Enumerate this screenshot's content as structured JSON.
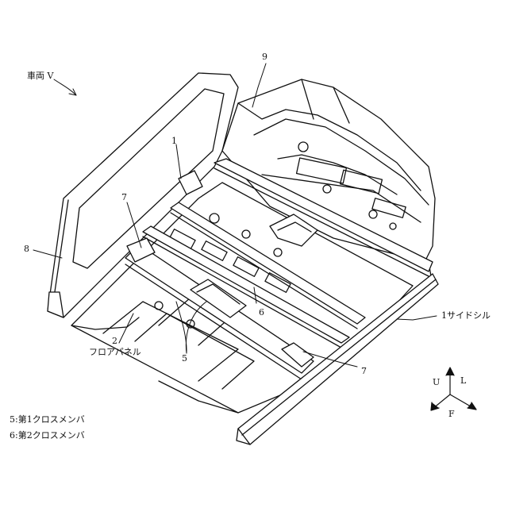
{
  "vehicle_label": "車両 V",
  "callouts": {
    "n9": "9",
    "n1": "1",
    "n7a": "7",
    "n8": "8",
    "n6": "6",
    "n5": "5",
    "n2": "2",
    "floor_panel": "フロアパネル",
    "n7b": "7",
    "side_sill": "1サイドシル"
  },
  "axes": {
    "up": "U",
    "left": "L",
    "front": "F"
  },
  "legend": [
    "5:第1クロスメンバ",
    "6:第2クロスメンバ"
  ]
}
